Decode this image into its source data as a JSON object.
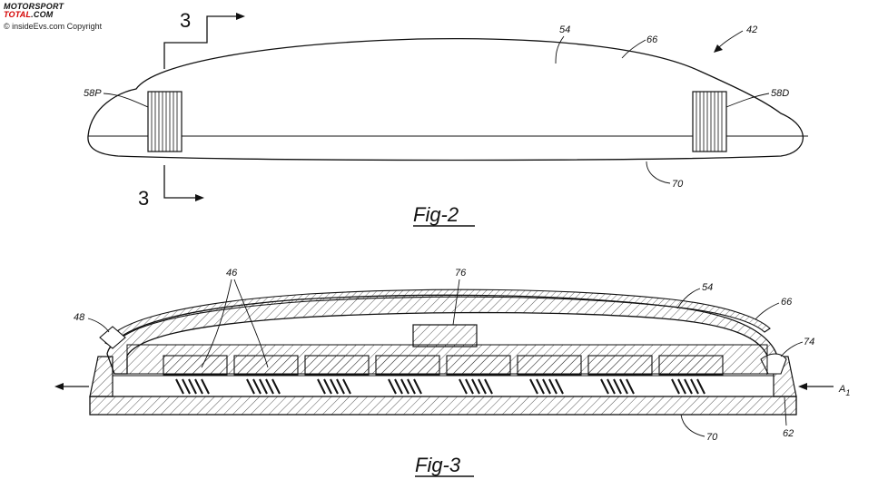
{
  "watermark": {
    "brand_line1": "MOTORSPORT",
    "brand_line2_prefix": "",
    "brand_line2_red": "TOTAL",
    "brand_line2_suffix": ".COM",
    "copyright": "© insideEvs.com Copyright"
  },
  "figure2": {
    "caption": "Fig-2",
    "section_top": "3",
    "section_bottom": "3",
    "labels": {
      "housing": "54",
      "lens": "66",
      "assembly": "42",
      "left_puck": "58P",
      "right_puck": "58D",
      "base": "70"
    }
  },
  "figure3": {
    "caption": "Fig-3",
    "labels": {
      "leds": "46",
      "board": "76",
      "housing": "54",
      "lens": "66",
      "left_clip": "48",
      "right_clip": "74",
      "axis_main": "A",
      "axis_sub": "1",
      "base": "70",
      "side_wall": "62"
    }
  }
}
